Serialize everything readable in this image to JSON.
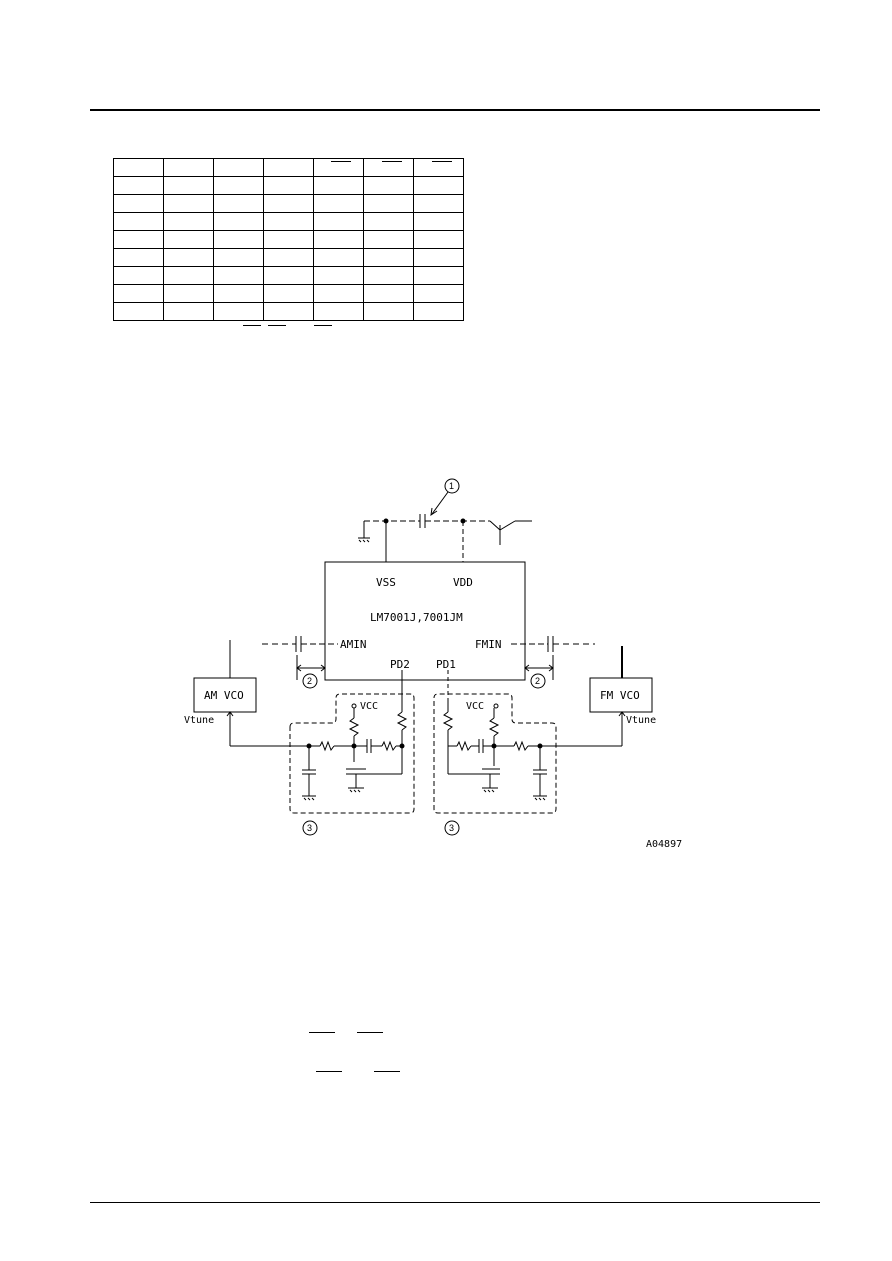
{
  "diagram": {
    "chip_label": "LM7001J,7001JM",
    "pins": {
      "vss": "VSS",
      "vdd": "VDD",
      "amin": "AMIN",
      "fmin": "FMIN",
      "pd1": "PD1",
      "pd2": "PD2"
    },
    "am_vco": "AM VCO",
    "fm_vco": "FM VCO",
    "vtune": "Vtune",
    "vcc": "VCC",
    "callouts": [
      "1",
      "2",
      "2",
      "3",
      "3"
    ],
    "figure_id": "A04897"
  }
}
